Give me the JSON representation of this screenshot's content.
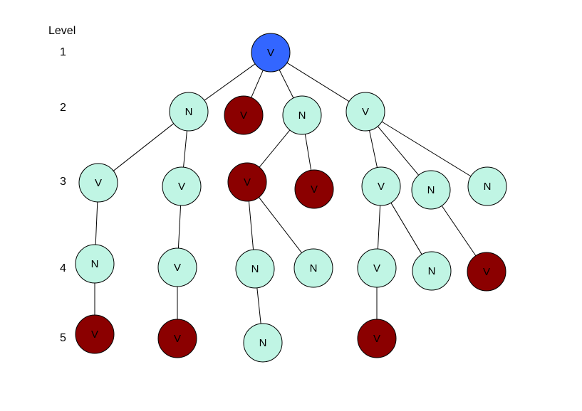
{
  "levels": {
    "header": "Level",
    "labels": [
      "1",
      "2",
      "3",
      "4",
      "5"
    ]
  },
  "colors": {
    "root": "#3366ff",
    "highlight": "#8b0000",
    "normal": "#c0f5e4"
  },
  "nodes": [
    {
      "id": "n1",
      "label": "V",
      "style": "root"
    },
    {
      "id": "n2",
      "label": "N",
      "style": "normal"
    },
    {
      "id": "n3",
      "label": "V",
      "style": "highlight"
    },
    {
      "id": "n4",
      "label": "N",
      "style": "normal"
    },
    {
      "id": "n5",
      "label": "V",
      "style": "normal"
    },
    {
      "id": "n6",
      "label": "V",
      "style": "normal"
    },
    {
      "id": "n7",
      "label": "V",
      "style": "normal"
    },
    {
      "id": "n8",
      "label": "V",
      "style": "highlight"
    },
    {
      "id": "n9",
      "label": "V",
      "style": "highlight"
    },
    {
      "id": "n10",
      "label": "V",
      "style": "normal"
    },
    {
      "id": "n11",
      "label": "N",
      "style": "normal"
    },
    {
      "id": "n12",
      "label": "N",
      "style": "normal"
    },
    {
      "id": "n13",
      "label": "N",
      "style": "normal"
    },
    {
      "id": "n14",
      "label": "V",
      "style": "normal"
    },
    {
      "id": "n15",
      "label": "N",
      "style": "normal"
    },
    {
      "id": "n16",
      "label": "N",
      "style": "normal"
    },
    {
      "id": "n17",
      "label": "V",
      "style": "normal"
    },
    {
      "id": "n18",
      "label": "N",
      "style": "normal"
    },
    {
      "id": "n19",
      "label": "V",
      "style": "highlight"
    },
    {
      "id": "n20",
      "label": "V",
      "style": "highlight"
    },
    {
      "id": "n21",
      "label": "V",
      "style": "highlight"
    },
    {
      "id": "n22",
      "label": "N",
      "style": "normal"
    },
    {
      "id": "n23",
      "label": "V",
      "style": "highlight"
    }
  ],
  "edges": [
    [
      "n1",
      "n2"
    ],
    [
      "n1",
      "n3"
    ],
    [
      "n1",
      "n4"
    ],
    [
      "n1",
      "n5"
    ],
    [
      "n2",
      "n6"
    ],
    [
      "n2",
      "n7"
    ],
    [
      "n4",
      "n8"
    ],
    [
      "n4",
      "n9"
    ],
    [
      "n5",
      "n10"
    ],
    [
      "n5",
      "n11"
    ],
    [
      "n5",
      "n12"
    ],
    [
      "n6",
      "n13"
    ],
    [
      "n7",
      "n14"
    ],
    [
      "n8",
      "n15"
    ],
    [
      "n8",
      "n16"
    ],
    [
      "n10",
      "n17"
    ],
    [
      "n10",
      "n18"
    ],
    [
      "n11",
      "n19"
    ],
    [
      "n13",
      "n20"
    ],
    [
      "n14",
      "n21"
    ],
    [
      "n15",
      "n22"
    ],
    [
      "n17",
      "n23"
    ]
  ]
}
